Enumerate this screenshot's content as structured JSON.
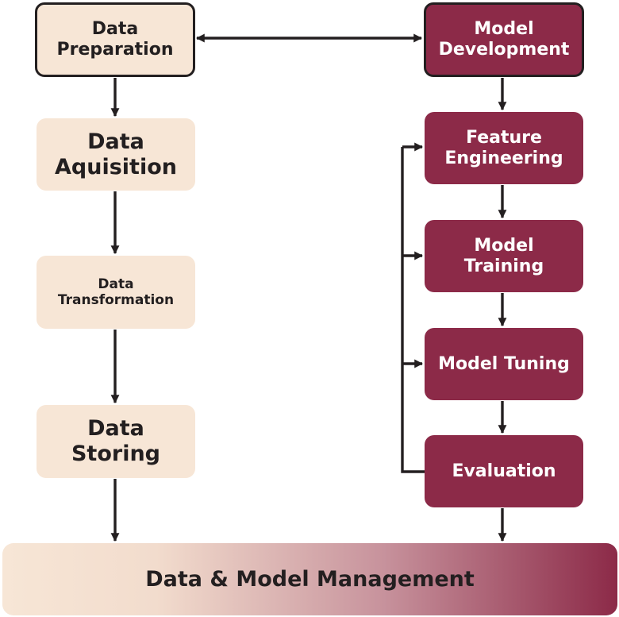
{
  "diagram": {
    "left_column": {
      "data_preparation": {
        "lines": [
          "Data",
          "Preparation"
        ]
      },
      "data_acquisition": {
        "lines": [
          "Data",
          "Aquisition"
        ]
      },
      "data_transformation": {
        "lines": [
          "Data",
          "Transformation"
        ]
      },
      "data_storing": {
        "lines": [
          "Data",
          "Storing"
        ]
      }
    },
    "right_column": {
      "model_development": {
        "lines": [
          "Model",
          "Development"
        ]
      },
      "feature_engineering": {
        "lines": [
          "Feature",
          "Engineering"
        ]
      },
      "model_training": {
        "lines": [
          "Model",
          "Training"
        ]
      },
      "model_tuning": {
        "lines": [
          "Model Tuning"
        ]
      },
      "evaluation": {
        "lines": [
          "Evaluation"
        ]
      }
    },
    "bottom_bar": {
      "label": "Data & Model Management"
    },
    "colors": {
      "light_fill": "#f7e6d6",
      "dark_fill": "#8c2a48",
      "arrow": "#231f20",
      "text_dark": "#231f20",
      "text_light": "#ffffff"
    }
  }
}
